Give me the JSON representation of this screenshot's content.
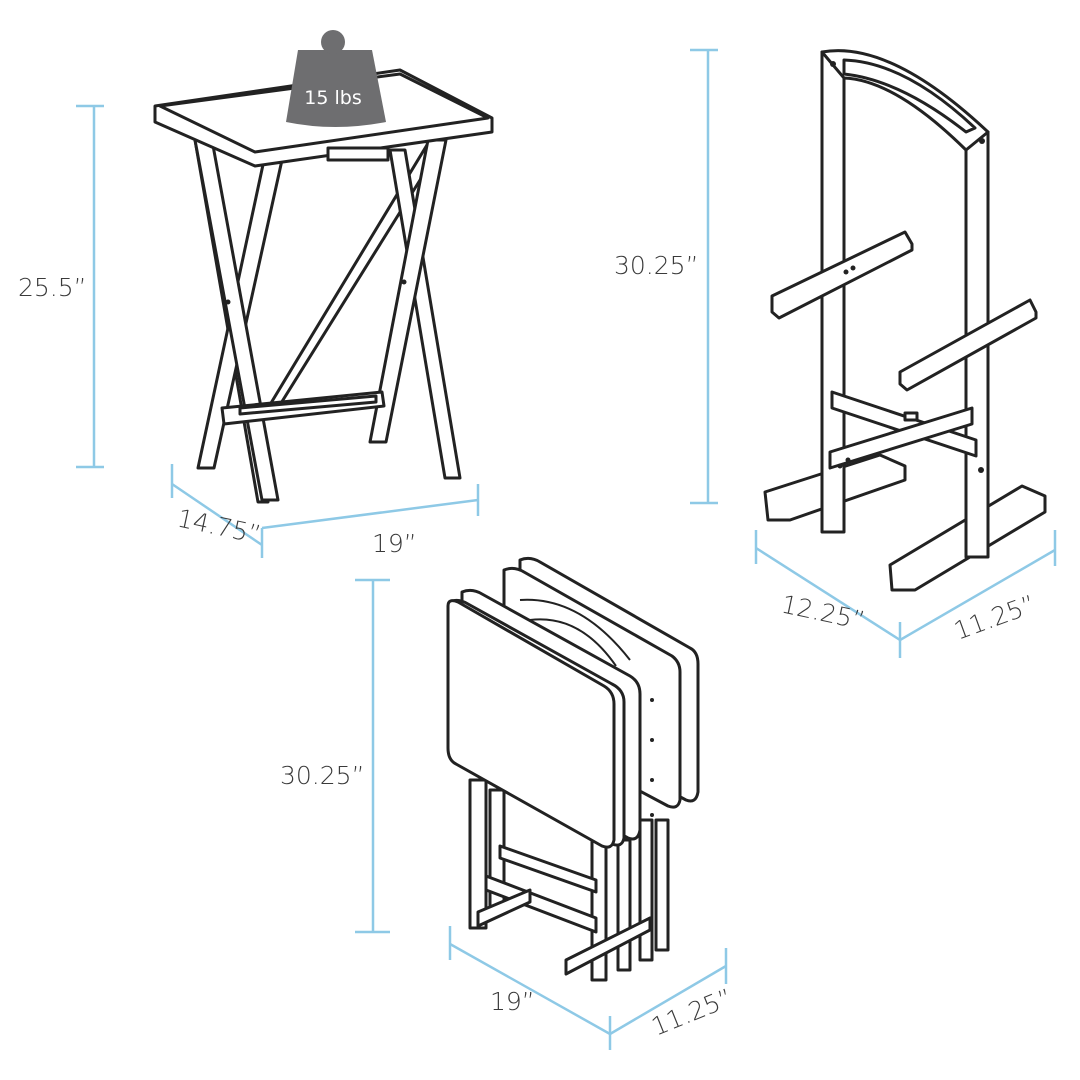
{
  "weight": {
    "label": "15 lbs"
  },
  "table": {
    "height": "25.5”",
    "depth": "14.75”",
    "width": "19”"
  },
  "rack": {
    "height": "30.25”",
    "depth": "12.25”",
    "width": "11.25”"
  },
  "stack": {
    "height": "30.25”",
    "width": "19”",
    "depth": "11.25”"
  },
  "colors": {
    "dimension_line": "#8ec9e6",
    "outline": "#222222",
    "weight_fill": "#6e6e70"
  }
}
